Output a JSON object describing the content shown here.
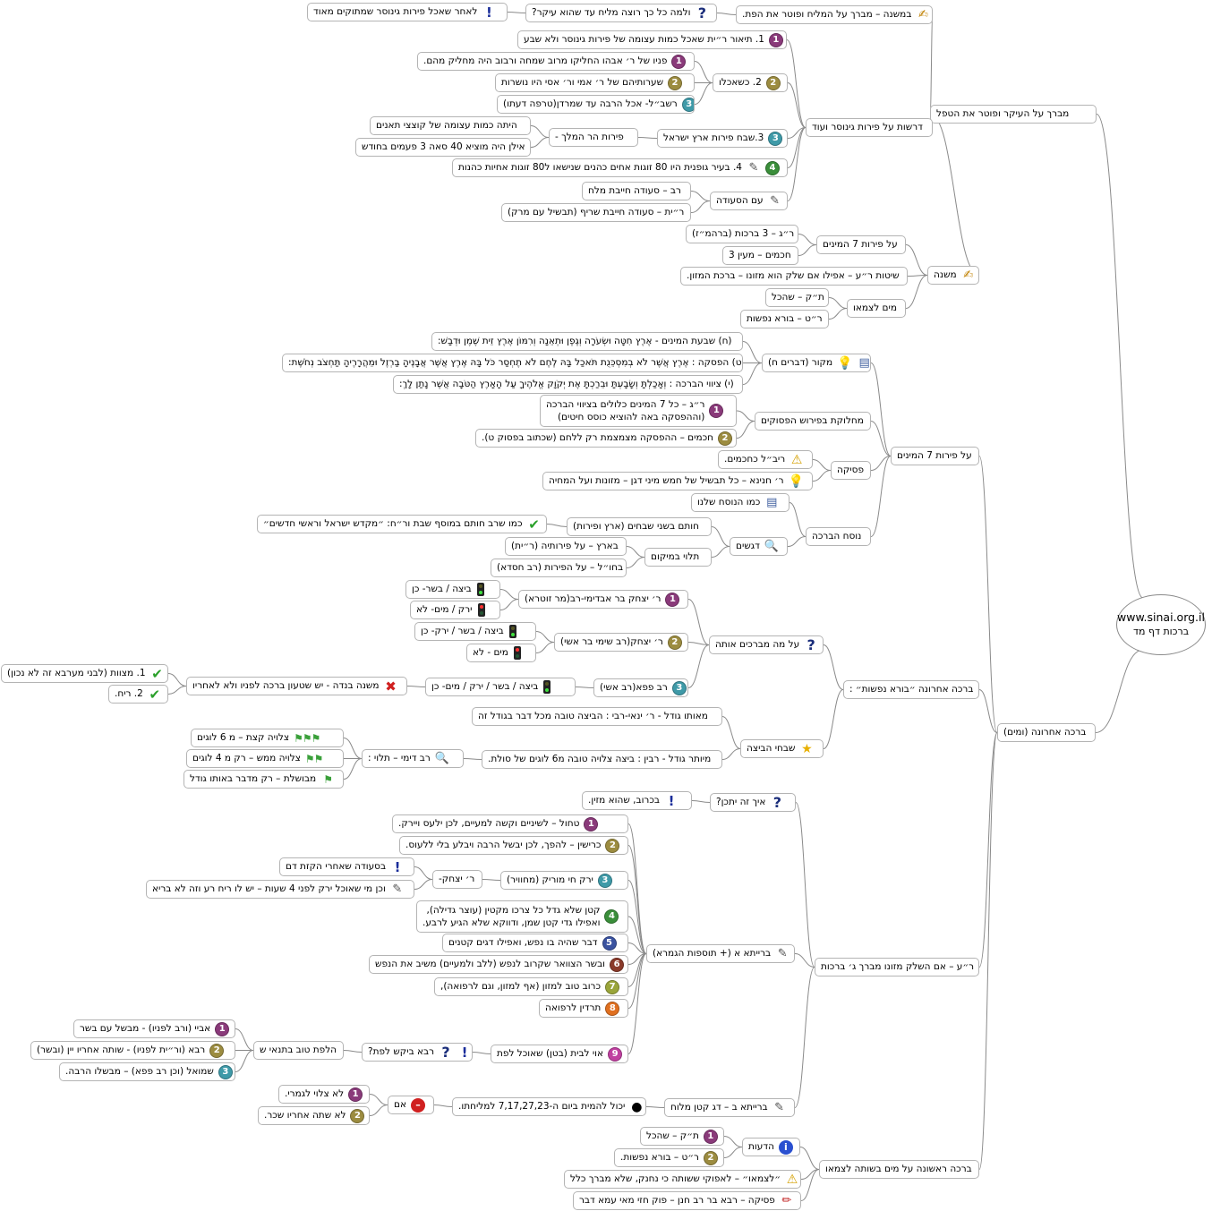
{
  "root": {
    "url": "www.sinai.org.il",
    "subtitle": "ברכות דף מד"
  },
  "nodes": [
    {
      "id": "b1",
      "text": "מברך על העיקר ופוטר את הטפל"
    },
    {
      "id": "b1a",
      "text": "במשנה – מברך על המליח ופוטר את הפת.",
      "icon": "note"
    },
    {
      "id": "b1a1",
      "text": "ולמה כל כך רוצה מליח עד שהוא עיקר?",
      "icon": "q"
    },
    {
      "id": "b1a1a",
      "text": "לאחר שאכל פירות גינוסר שמתוקים מאוד",
      "icon": "ex"
    },
    {
      "id": "b1b",
      "text": "דרשות על פירות גינוסר ועוד"
    },
    {
      "id": "b1b1",
      "text": "1. תיאור ר״ית שאכל כמות עצומה של פירות גינוסר ולא שבע",
      "icon": "n1"
    },
    {
      "id": "b1b2",
      "text": "2. כשאכלו",
      "icon": "n2"
    },
    {
      "id": "b1b2a",
      "text": "פניו של ר׳ אבהו החליקו מרוב שמחה ורבוב היה מחליק מהם.",
      "icon": "n1"
    },
    {
      "id": "b1b2b",
      "text": "שערותיהם של  ר׳ אמי ור׳ אסי היו נושרות",
      "icon": "n2"
    },
    {
      "id": "b1b2c",
      "text": "רשב״ל- אכל הרבה עד שמרדן(טרפה דעתו)",
      "icon": "n3"
    },
    {
      "id": "b1b3",
      "text": "3.שבח פירות ארץ ישראל",
      "icon": "n3"
    },
    {
      "id": "b1b3a",
      "text": "פירות הר המלך -"
    },
    {
      "id": "b1b3a1",
      "text": "היתה כמות עצומה של קוצצי תאנים"
    },
    {
      "id": "b1b3a2",
      "text": "אילן היה מוציא 40 סאה 3 פעמים בחודש"
    },
    {
      "id": "b1b4",
      "text": "4. בעיר גופנית היו 80 זוגות אחים כהנים שנישאו ל80 זוגות אחיות כהנות",
      "icon": "n4clip"
    },
    {
      "id": "b1b5",
      "text": "עם הסעודה",
      "icon": "clip"
    },
    {
      "id": "b1b5a",
      "text": "רב – סעודה חייבת מלח"
    },
    {
      "id": "b1b5b",
      "text": "ר״ית – סעודה חייבת שריף (תבשיל עם מרק)"
    },
    {
      "id": "b2",
      "text": "משנה",
      "icon": "note"
    },
    {
      "id": "b2a",
      "text": "על פירות 7 המינים"
    },
    {
      "id": "b2a1",
      "text": "ר״ג – 3 ברכות (ברהמ״ז)"
    },
    {
      "id": "b2a2",
      "text": "חכמים – מעין 3"
    },
    {
      "id": "b2b",
      "text": "שיטות ר״ע – אפילו אם שלק הוא מזונו – ברכת המזון."
    },
    {
      "id": "b2c",
      "text": "מים לצמאו"
    },
    {
      "id": "b2c1",
      "text": "ת״ק – שהכל"
    },
    {
      "id": "b2c2",
      "text": "ר״ט – בורא נפשות"
    },
    {
      "id": "b3",
      "text": "על פירות 7 המינים"
    },
    {
      "id": "b3a",
      "text": "מקור (דברים ח)",
      "icon": "bulbdoc"
    },
    {
      "id": "b3a1",
      "text": "(ח) שבעת המינים - אֶרֶץ חִטָּה וּשְׂעֹרָה וְגֶפֶן וּתְאֵנָה וְרִמּוֹן אֶרֶץ זֵית שֶׁמֶן וּדְבָשׁ:"
    },
    {
      "id": "b3a2",
      "text": "(ט) הפסקה : אֶרֶץ אֲשֶׁר לֹא בְמִסְכֵּנֻת תֹּאכַל בָּהּ לֶחֶם לֹא תֶחְסַר כֹּל בָּהּ אֶרֶץ אֲשֶׁר אֲבָנֶיהָ בַרְזֶל וּמֵהֲרָרֶיהָ תַּחְצֹב נְחֹשֶׁת:"
    },
    {
      "id": "b3a3",
      "text": "(י) ציווי הברכה : וְאָכַלְתָּ וְשָׂבָעְתָּ וּבֵרַכְתָּ אֶת יְקֹוָק אֱלֹהֶיךָ עַל הָאָרֶץ הַטֹּבָה אֲשֶׁר נָתַן לָךְ:"
    },
    {
      "id": "b3b",
      "text": "מחלוקת בפירוש הפסוקים"
    },
    {
      "id": "b3b1",
      "text": "ר״ג – כל 7 המינים כלולים בציווי הברכה",
      "text2": "(וההפסקה באה להוציא כוסס חיטים)",
      "icon": "n1"
    },
    {
      "id": "b3b2",
      "text": "חכמים – ההפסקה מצמצמת רק ללחם (שכתוב בפסוק ט).",
      "icon": "n2"
    },
    {
      "id": "b3c",
      "text": "פסיקה"
    },
    {
      "id": "b3c1",
      "text": "ריב״ל כחכמים.",
      "icon": "warn"
    },
    {
      "id": "b3c2",
      "text": "ר׳ חנינא – כל תבשיל של חמש מיני דגן – מזונות ועל המחיה",
      "icon": "bulb"
    },
    {
      "id": "b3d",
      "text": "נוסח הברכה"
    },
    {
      "id": "b3d1",
      "text": "כמו הנוסח שלנו",
      "icon": "doc"
    },
    {
      "id": "b3d2",
      "text": "דגשים",
      "icon": "mag"
    },
    {
      "id": "b3d2a",
      "text": "חותם בשני שבחים (ארץ ופירות)"
    },
    {
      "id": "b3d2a1",
      "text": "כמו שרב חותם במוסף שבת ור״ח: ״מקדש ישראל וראשי חדשים״",
      "icon": "ok"
    },
    {
      "id": "b3d2b",
      "text": "תלוי במיקום"
    },
    {
      "id": "b3d2b1",
      "text": "בארץ – על פירותיה (ר״ית)"
    },
    {
      "id": "b3d2b2",
      "text": "בחו״ל – על הפירות (רב חסדא)"
    },
    {
      "id": "b4",
      "text": "ברכה אחרונה ״בורא נפשות״ :"
    },
    {
      "id": "b4a",
      "text": "על מה מברכים אותה",
      "icon": "q"
    },
    {
      "id": "b4a1",
      "text": "ר׳ יצחק בר אבדימי-רב(מר זוטרא)",
      "icon": "n1"
    },
    {
      "id": "b4a1a",
      "text": "ביצה / בשר- כן",
      "icon": "green"
    },
    {
      "id": "b4a1b",
      "text": "ירק / מים- לא",
      "icon": "red"
    },
    {
      "id": "b4a2",
      "text": "ר׳ יצחק(רב שימי בר אשי)",
      "icon": "n2"
    },
    {
      "id": "b4a2a",
      "text": "ביצה / בשר / ירק- כן",
      "icon": "green"
    },
    {
      "id": "b4a2b",
      "text": "מים - לא",
      "icon": "red"
    },
    {
      "id": "b4a3",
      "text": "רב פפא(רב אשי)",
      "icon": "n3"
    },
    {
      "id": "b4a3a",
      "text": "ביצה / בשר / ירק / מים- כן",
      "icon": "green"
    },
    {
      "id": "b4a3a1",
      "text": "משנה בנדה - יש שטעון ברכה לפניו ולא לאחריו",
      "icon": "x"
    },
    {
      "id": "b4a3a1a",
      "text": "1. מצוות (לבני מערבא זה לא נכון)",
      "icon": "ok"
    },
    {
      "id": "b4a3a1b",
      "text": "2. ריח.",
      "icon": "ok"
    },
    {
      "id": "b4b",
      "text": "שבחי הביצה",
      "icon": "star"
    },
    {
      "id": "b4b1",
      "text": "מאותו גודל -  ר׳ ינאי-רבי : הביצה טובה מכל דבר בגודל זה"
    },
    {
      "id": "b4b2",
      "text": "מיותר גודל - רבין : ביצה צלויה טובה מ6 לוגים של סולת."
    },
    {
      "id": "b4b2a",
      "text": "רב דימי – תלוי :",
      "icon": "mag"
    },
    {
      "id": "b4b2a1",
      "text": "צלויה קצת – מ 6 לוגים",
      "icon": "flag3"
    },
    {
      "id": "b4b2a2",
      "text": "צלויה ממש – רק מ 4 לוגים",
      "icon": "flag2"
    },
    {
      "id": "b4b2a3",
      "text": "מבושלת – רק מדבר באותו גודל",
      "icon": "flag1"
    },
    {
      "id": "b5",
      "text": "ברכה אחרונה (ומים)"
    },
    {
      "id": "b6",
      "text": "ר״ע – אם השלק מזונו מברך ג׳ ברכות"
    },
    {
      "id": "b6a",
      "text": "איך זה יתכן?",
      "icon": "q"
    },
    {
      "id": "b6a1",
      "text": "בכרוב, שהוא מזין.",
      "icon": "ex"
    },
    {
      "id": "b6b",
      "text": "ברייתא א (+ תוספות הגמרא)",
      "icon": "clip"
    },
    {
      "id": "b6b1",
      "text": "טחול – לשיניים וקשה למעיים, לכן ילעס ויירק.",
      "icon": "n1"
    },
    {
      "id": "b6b2",
      "text": "כרישין – להפך, לכן יבשל הרבה ויבלע בלי ללעוס.",
      "icon": "n2"
    },
    {
      "id": "b6b3",
      "text": "ירק חי מוריק (מחוויר)",
      "icon": "n3"
    },
    {
      "id": "b6b3a",
      "text": "ר׳ יצחק-"
    },
    {
      "id": "b6b3a1",
      "text": "בסעודה שאחרי הקזת דם",
      "icon": "ex"
    },
    {
      "id": "b6b3a2",
      "text": "וכן מי שאוכל ירק לפני 4 שעות – יש לו ריח רע וזה לא בריא",
      "icon": "clip"
    },
    {
      "id": "b6b4",
      "text": "קטן שלא גדל כל צרכו מקטין (עוצר גדילה),",
      "text2": "ואפילו גדי קטן שמן, ודווקא שלא הגיע לרבע.",
      "icon": "n4"
    },
    {
      "id": "b6b5",
      "text": "דבר שהיה בו נפש, ואפילו דגים קטנים",
      "icon": "n5"
    },
    {
      "id": "b6b6",
      "text": "ובשר הצוואר שקרוב לנפש (ללב ולמעיים) משיב את הנפש",
      "icon": "n6"
    },
    {
      "id": "b6b7",
      "text": "כרוב טוב למזון (אף למזון, וגם לרפואה),",
      "icon": "n7"
    },
    {
      "id": "b6b8",
      "text": "תרדין לרפואה",
      "icon": "n8"
    },
    {
      "id": "b6b9",
      "text": "אוי לבית (בטן) שאוכל לפת",
      "icon": "n9"
    },
    {
      "id": "b6b9a",
      "text": "רבא ביקש לפת?",
      "icon": "exq"
    },
    {
      "id": "b6b9a1",
      "text": "הלפת טוב בתנאי ש"
    },
    {
      "id": "b6b9a1a",
      "text": "אביי (ורב לפניו) - מבשל עם בשר",
      "icon": "n1"
    },
    {
      "id": "b6b9a1b",
      "text": "רבא (ור״ית לפניו) - שותה אחריו יין (ובשר)",
      "icon": "n2"
    },
    {
      "id": "b6b9a1c",
      "text": "שמואל (וכן רב פפא) – מבשלו הרבה.",
      "icon": "n3"
    },
    {
      "id": "b6c",
      "text": "ברייתא ב – דג קטן מלוח",
      "icon": "clip"
    },
    {
      "id": "b6c1",
      "text": "יכול להמית ביום ה-7,17,27,23 למליחתו.",
      "icon": "bomb"
    },
    {
      "id": "b6c1a",
      "text": "אם",
      "icon": "stop"
    },
    {
      "id": "b6c1a1",
      "text": "לא צלוי לגמרי.",
      "icon": "n1"
    },
    {
      "id": "b6c1a2",
      "text": "לא שתה אחריו שכר.",
      "icon": "n2"
    },
    {
      "id": "b7",
      "text": "ברכה ראשונה על מים בשותה לצמאו"
    },
    {
      "id": "b7a",
      "text": "הדעות",
      "icon": "info"
    },
    {
      "id": "b7a1",
      "text": "ת״ק – שהכל",
      "icon": "n1"
    },
    {
      "id": "b7a2",
      "text": "ר״ט – בורא נפשות.",
      "icon": "n2"
    },
    {
      "id": "b7b",
      "text": "״לצמאו״ – לאפוקי ששותה כי נחנק, שלא מברך כלל",
      "icon": "warn"
    },
    {
      "id": "b7c",
      "text": "פסיקה – רבא בר רב חנן – פוק חזי מאי עמא דבר",
      "icon": "pencil"
    }
  ]
}
